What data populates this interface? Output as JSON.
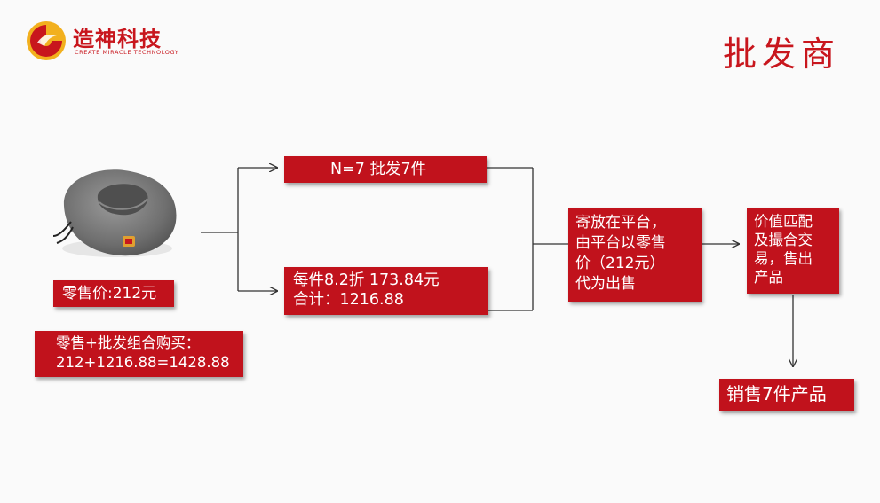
{
  "brand": {
    "name": "造神科技",
    "tagline": "CREATE MIRACLE TECHNOLOGY",
    "color": "#c8161d"
  },
  "slide_title": "批发商",
  "product": {
    "image": "neck-pillow",
    "retail_price_label": "零售价:212元"
  },
  "combo": {
    "line1": "零售+批发组合购买：",
    "line2": "212+1216.88=1428.88"
  },
  "wholesale_box": "N=7 批发7件",
  "discount_box": {
    "line1": "每件8.2折 173.84元",
    "line2": "合计：1216.88"
  },
  "platform_box": {
    "line1": "寄放在平台，",
    "line2": "由平台以零售",
    "line3": "价（212元）",
    "line4": "代为出售"
  },
  "match_box": {
    "line1": "价值匹配",
    "line2": "及撮合交",
    "line3": "易，售出",
    "line4": "产品"
  },
  "result_box": "销售7件产品",
  "box_color": "#c1121c"
}
